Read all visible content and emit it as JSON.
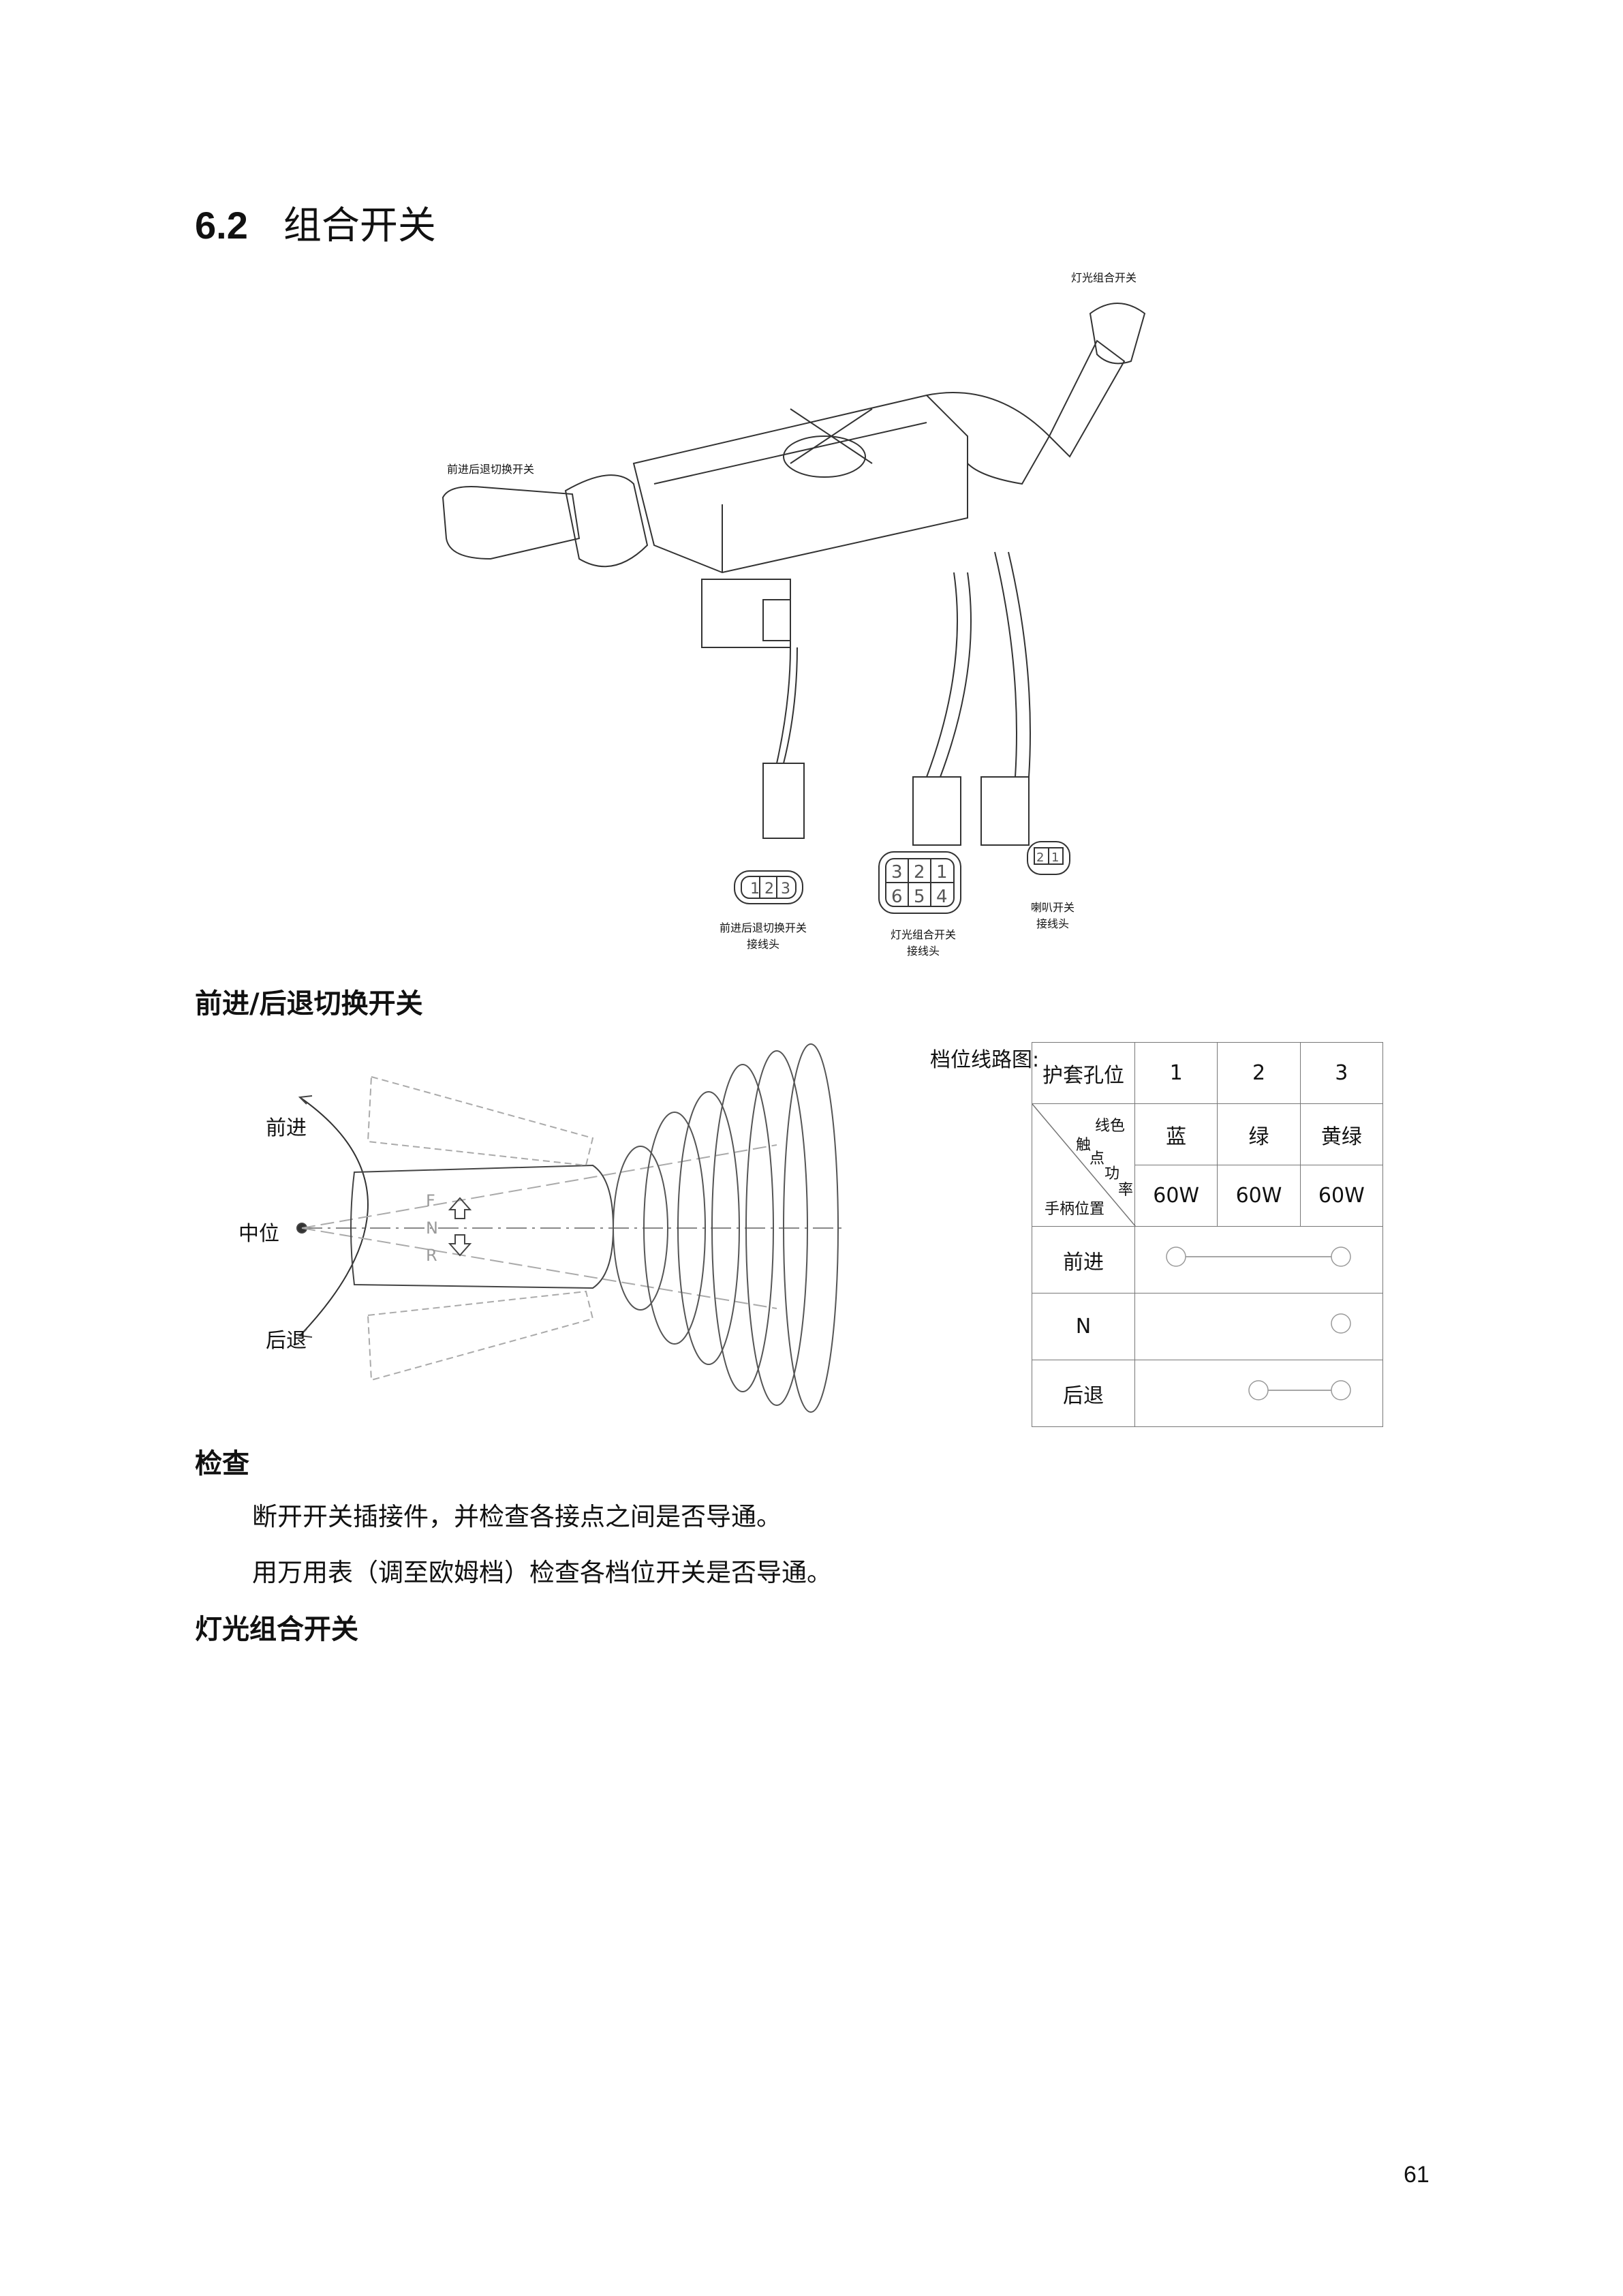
{
  "section": {
    "number": "6.2",
    "title": "组合开关"
  },
  "figure_top": {
    "label_light_switch": "灯光组合开关",
    "label_fr_switch": "前进后退切换开关",
    "connectors": [
      {
        "pins": [
          "1",
          "2",
          "3"
        ],
        "label_line1": "前进后退切换开关",
        "label_line2": "接线头"
      },
      {
        "pins_top": [
          "3",
          "2",
          "1"
        ],
        "pins_bottom": [
          "6",
          "5",
          "4"
        ],
        "label_line1": "灯光组合开关",
        "label_line2": "接线头"
      },
      {
        "pins": [
          "2",
          "1"
        ],
        "label_line1": "喇叭开关",
        "label_line2": "接线头"
      }
    ]
  },
  "fr_heading": "前进/后退切换开关",
  "lever": {
    "forward": "前进",
    "middle": "中位",
    "reverse": "后退",
    "letters": [
      "F",
      "N",
      "R"
    ]
  },
  "gear_table": {
    "caption": "档位线路图:",
    "header_label": "护套孔位",
    "holes": [
      "1",
      "2",
      "3"
    ],
    "diag_wire_color": "线色",
    "diag_contact_power": [
      "触",
      "点",
      "功",
      "率"
    ],
    "diag_handle_position": "手柄位置",
    "wire_colors": [
      "蓝",
      "绿",
      "黄绿"
    ],
    "powers": [
      "60W",
      "60W",
      "60W"
    ],
    "rows": [
      {
        "position": "前进",
        "contacts": [
          1,
          3
        ]
      },
      {
        "position": "N",
        "contacts": [
          3
        ]
      },
      {
        "position": "后退",
        "contacts": [
          2,
          3
        ]
      }
    ]
  },
  "check": {
    "heading": "检查",
    "paragraphs": [
      "断开开关插接件，并检查各接点之间是否导通。",
      "用万用表（调至欧姆档）检查各档位开关是否导通。"
    ]
  },
  "light_heading": "灯光组合开关",
  "page_number": "61"
}
